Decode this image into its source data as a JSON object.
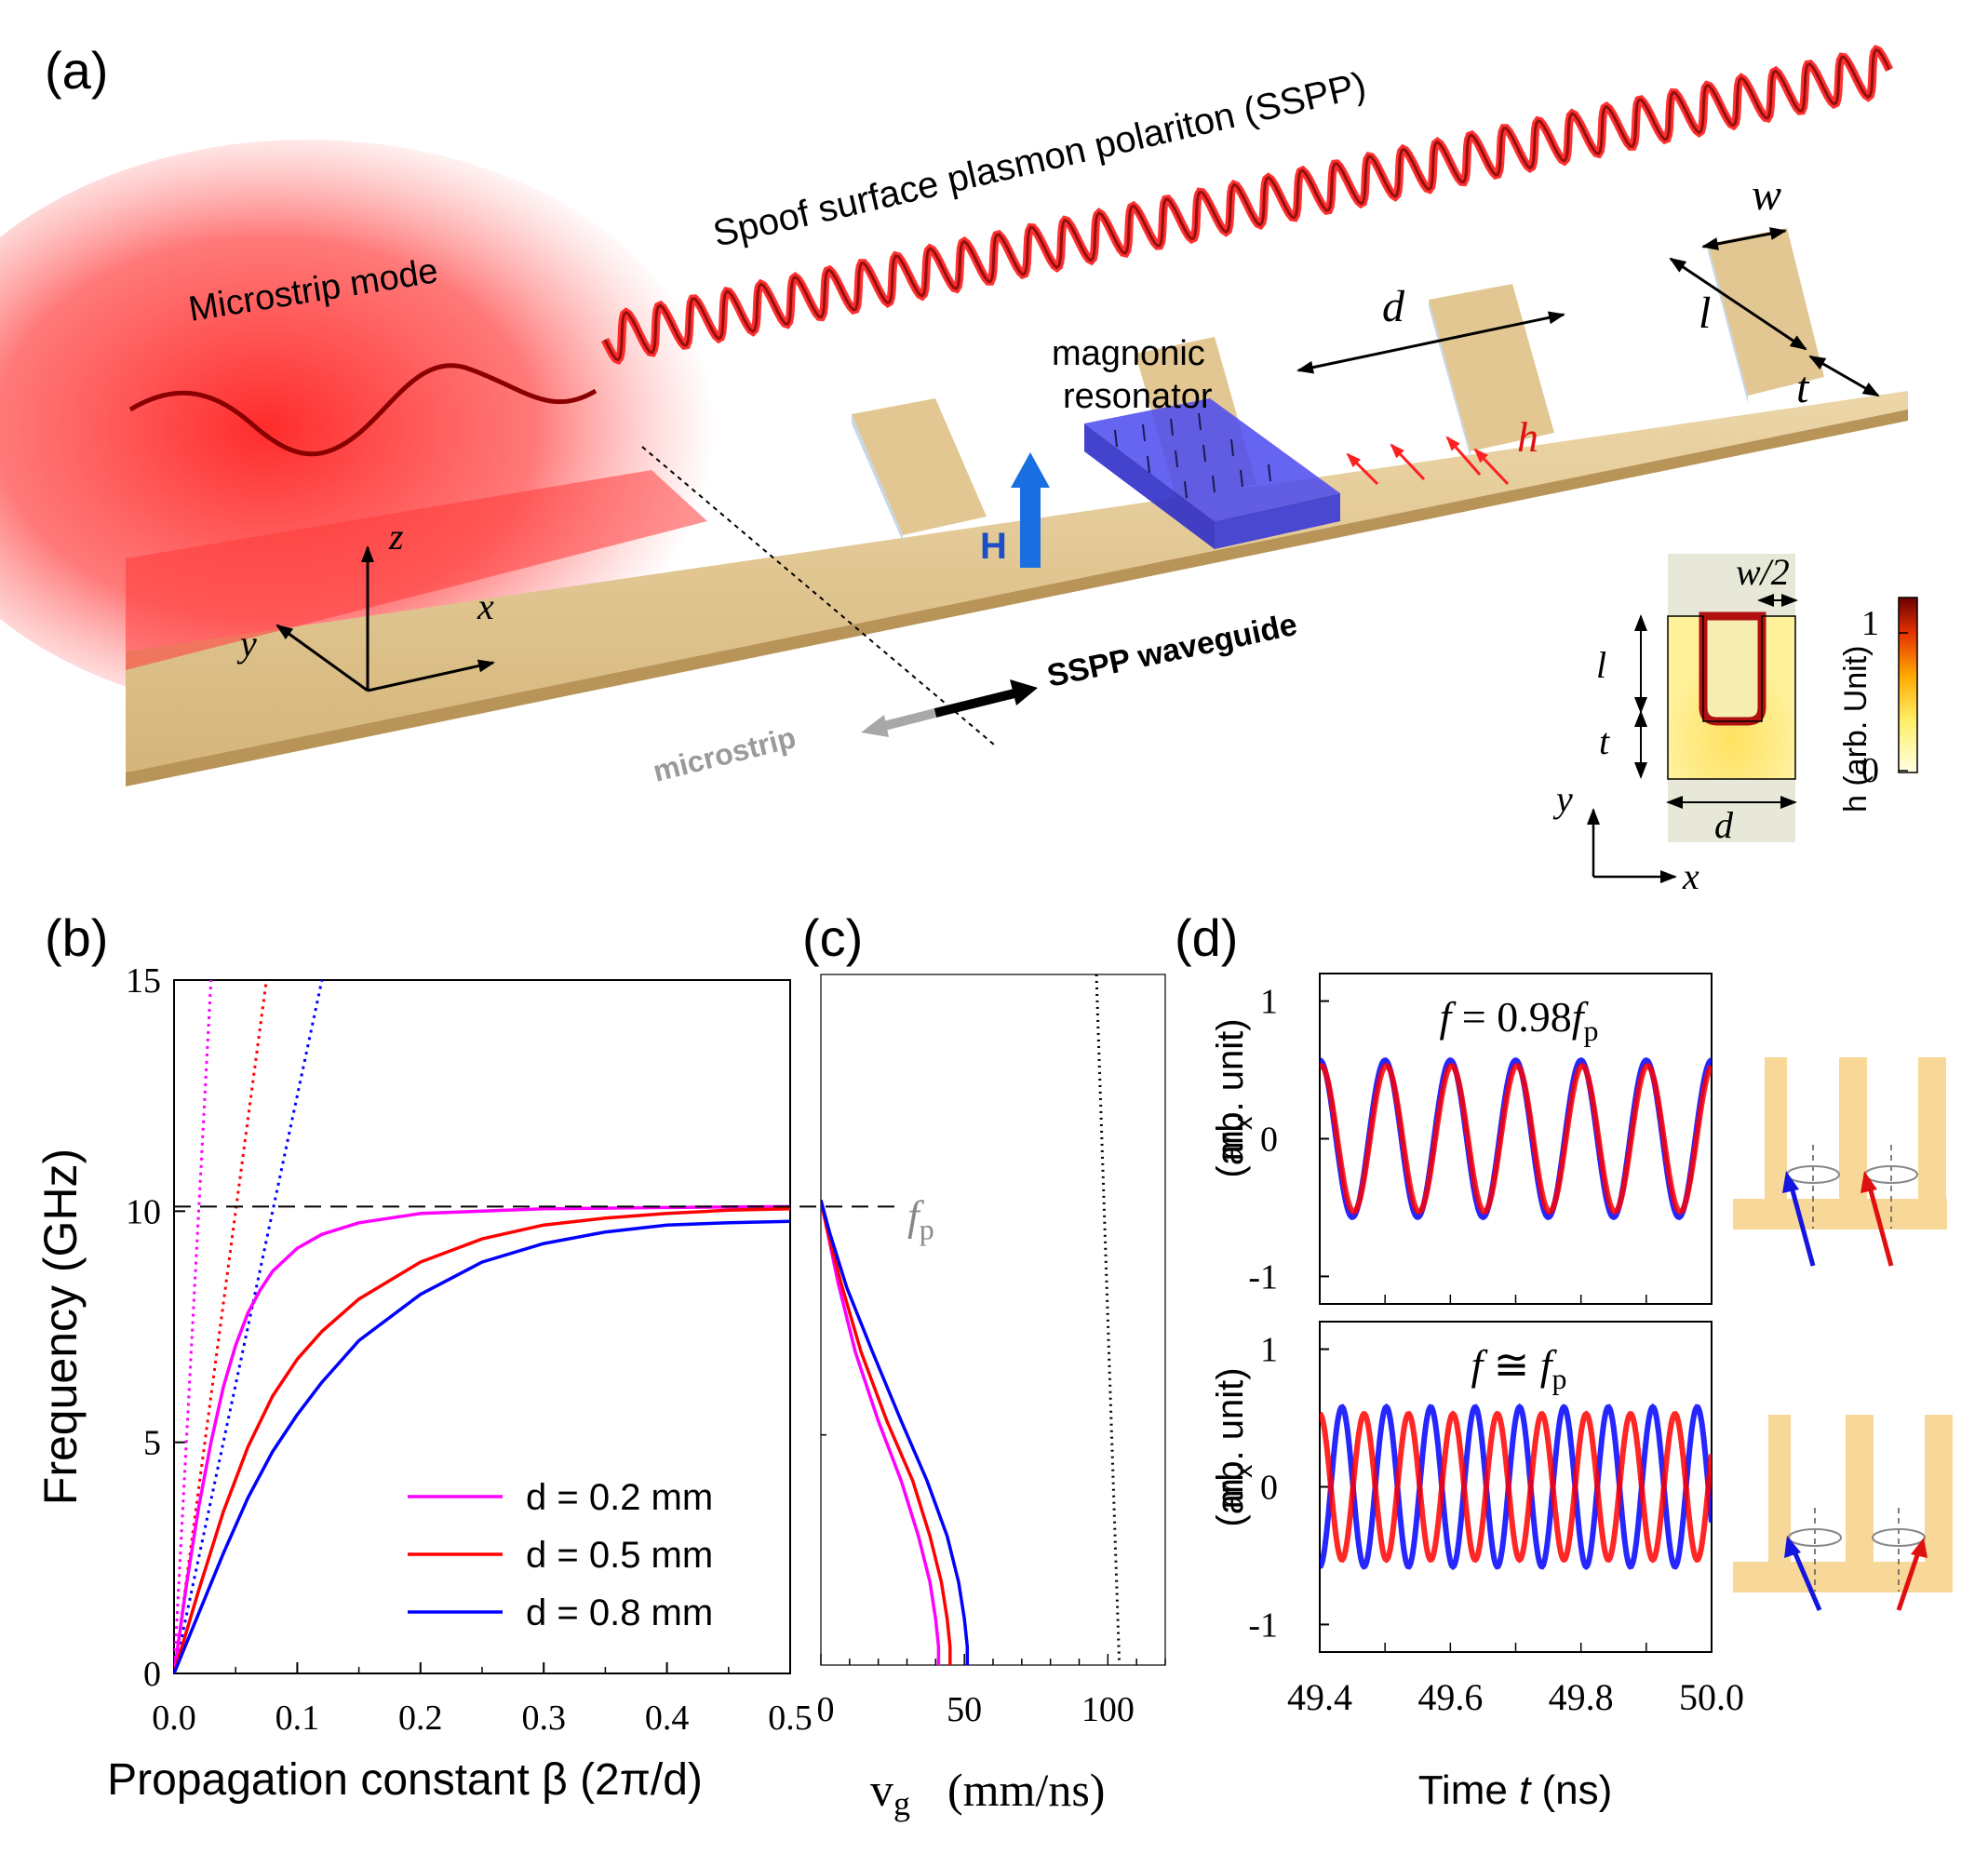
{
  "panel_labels": {
    "a": "(a)",
    "b": "(b)",
    "c": "(c)",
    "d": "(d)"
  },
  "schematic": {
    "sspp_label": "Spoof surface plasmon polariton (SSPP)",
    "microstrip_mode_label": "Microstrip mode",
    "resonator_label_line1": "magnonic",
    "resonator_label_line2": "resonator",
    "H_label": "H",
    "h_label": "h",
    "dim_d": "d",
    "dim_w": "w",
    "dim_l": "l",
    "dim_t": "t",
    "axis_x": "x",
    "axis_y": "y",
    "axis_z": "z",
    "microstrip_label": "microstrip",
    "sspp_waveguide_label": "SSPP waveguide",
    "colors": {
      "metal": "#dcc08c",
      "wave": "#ff2020",
      "resonator": "#3a3ae8",
      "H_arrow": "#1a6fe0"
    }
  },
  "inset": {
    "w_half": "w/2",
    "l": "l",
    "t": "t",
    "d": "d",
    "axis_x": "x",
    "axis_y": "y",
    "colorbar_label": "h (arb. Unit)",
    "colorbar_max": "1",
    "colorbar_min": "0"
  },
  "chart_data": [
    {
      "id": "b",
      "type": "line",
      "xlabel": "Propagation constant β (2π/d)",
      "ylabel": "Frequency (GHz)",
      "xlim": [
        0.0,
        0.5
      ],
      "ylim": [
        0,
        15
      ],
      "xticks": [
        "0.0",
        "0.1",
        "0.2",
        "0.3",
        "0.4",
        "0.5"
      ],
      "yticks": [
        "0",
        "5",
        "10",
        "15"
      ],
      "fp_label": "fp",
      "fp_value": 10.1,
      "series": [
        {
          "name": "d = 0.2 mm",
          "color": "#ff00ff",
          "x": [
            0,
            0.01,
            0.02,
            0.03,
            0.04,
            0.05,
            0.06,
            0.07,
            0.08,
            0.1,
            0.12,
            0.15,
            0.2,
            0.3,
            0.4,
            0.5
          ],
          "y": [
            0,
            1.9,
            3.6,
            5.0,
            6.2,
            7.1,
            7.8,
            8.3,
            8.7,
            9.2,
            9.5,
            9.75,
            9.95,
            10.05,
            10.08,
            10.1
          ]
        },
        {
          "name": "d = 0.5 mm",
          "color": "#ff0000",
          "x": [
            0,
            0.02,
            0.04,
            0.06,
            0.08,
            0.1,
            0.12,
            0.15,
            0.2,
            0.25,
            0.3,
            0.35,
            0.4,
            0.45,
            0.5
          ],
          "y": [
            0,
            1.8,
            3.5,
            4.9,
            6.0,
            6.8,
            7.4,
            8.1,
            8.9,
            9.4,
            9.7,
            9.85,
            9.95,
            10.02,
            10.05
          ]
        },
        {
          "name": "d = 0.8 mm",
          "color": "#0000ff",
          "x": [
            0,
            0.02,
            0.04,
            0.06,
            0.08,
            0.1,
            0.12,
            0.15,
            0.2,
            0.25,
            0.3,
            0.35,
            0.4,
            0.45,
            0.5
          ],
          "y": [
            0,
            1.3,
            2.6,
            3.8,
            4.8,
            5.6,
            6.3,
            7.2,
            8.2,
            8.9,
            9.3,
            9.55,
            9.7,
            9.75,
            9.78
          ]
        }
      ],
      "light_lines": [
        {
          "color": "#ff00ff",
          "x": [
            0,
            0.03
          ],
          "y": [
            0,
            15
          ]
        },
        {
          "color": "#ff0000",
          "x": [
            0,
            0.075
          ],
          "y": [
            0,
            15
          ]
        },
        {
          "color": "#0000ff",
          "x": [
            0,
            0.12
          ],
          "y": [
            0,
            15
          ]
        }
      ]
    },
    {
      "id": "c",
      "type": "line",
      "xlabel": "vg (mm/ns)",
      "ylabel": "",
      "xlim": [
        0,
        120
      ],
      "ylim": [
        0,
        15
      ],
      "xticks": [
        "0",
        "50",
        "100"
      ],
      "series": [
        {
          "color": "#ff00ff",
          "x": [
            0,
            2,
            6,
            12,
            20,
            28,
            34,
            38,
            40,
            41,
            41
          ],
          "y": [
            10.1,
            9.5,
            8.3,
            6.8,
            5.3,
            4.0,
            2.8,
            1.8,
            1.0,
            0.4,
            0
          ]
        },
        {
          "color": "#ff0000",
          "x": [
            0,
            2,
            7,
            14,
            23,
            32,
            38,
            42,
            44,
            45,
            45
          ],
          "y": [
            10.1,
            9.5,
            8.3,
            6.8,
            5.3,
            4.0,
            2.8,
            1.8,
            1.0,
            0.4,
            0
          ]
        },
        {
          "color": "#0000ff",
          "x": [
            0,
            3,
            9,
            18,
            28,
            37,
            44,
            48,
            50,
            51,
            51
          ],
          "y": [
            10.1,
            9.4,
            8.2,
            6.8,
            5.3,
            4.0,
            2.8,
            1.8,
            1.0,
            0.4,
            0
          ]
        }
      ],
      "light_line": {
        "color": "#000000",
        "x": [
          96,
          104
        ],
        "y": [
          15,
          0
        ]
      }
    },
    {
      "id": "d-top",
      "type": "line",
      "annotation": "f = 0.98fp",
      "ylabel": "mx (arb. unit)",
      "xlim": [
        49.4,
        50.0
      ],
      "ylim": [
        -1.2,
        1.2
      ],
      "yticks": [
        "1",
        "0",
        "-1"
      ],
      "series": [
        {
          "color": "#0000ff",
          "amplitude": 0.57,
          "period": 0.1,
          "phase": 0
        },
        {
          "color": "#ff0000",
          "amplitude": 0.53,
          "period": 0.1,
          "phase": 0.002
        }
      ]
    },
    {
      "id": "d-bottom",
      "type": "line",
      "annotation": "f ≅ fp",
      "ylabel": "mx (arb. unit)",
      "xlabel": "Time t (ns)",
      "xlim": [
        49.4,
        50.0
      ],
      "ylim": [
        -1.2,
        1.2
      ],
      "yticks": [
        "1",
        "0",
        "-1"
      ],
      "xticks": [
        "49.4",
        "49.6",
        "49.8",
        "50.0"
      ],
      "series": [
        {
          "color": "#0000ff",
          "amplitude": 0.58,
          "period": 0.068,
          "phase": 0.034
        },
        {
          "color": "#ff0000",
          "amplitude": 0.53,
          "period": 0.068,
          "phase": 0
        }
      ]
    }
  ]
}
